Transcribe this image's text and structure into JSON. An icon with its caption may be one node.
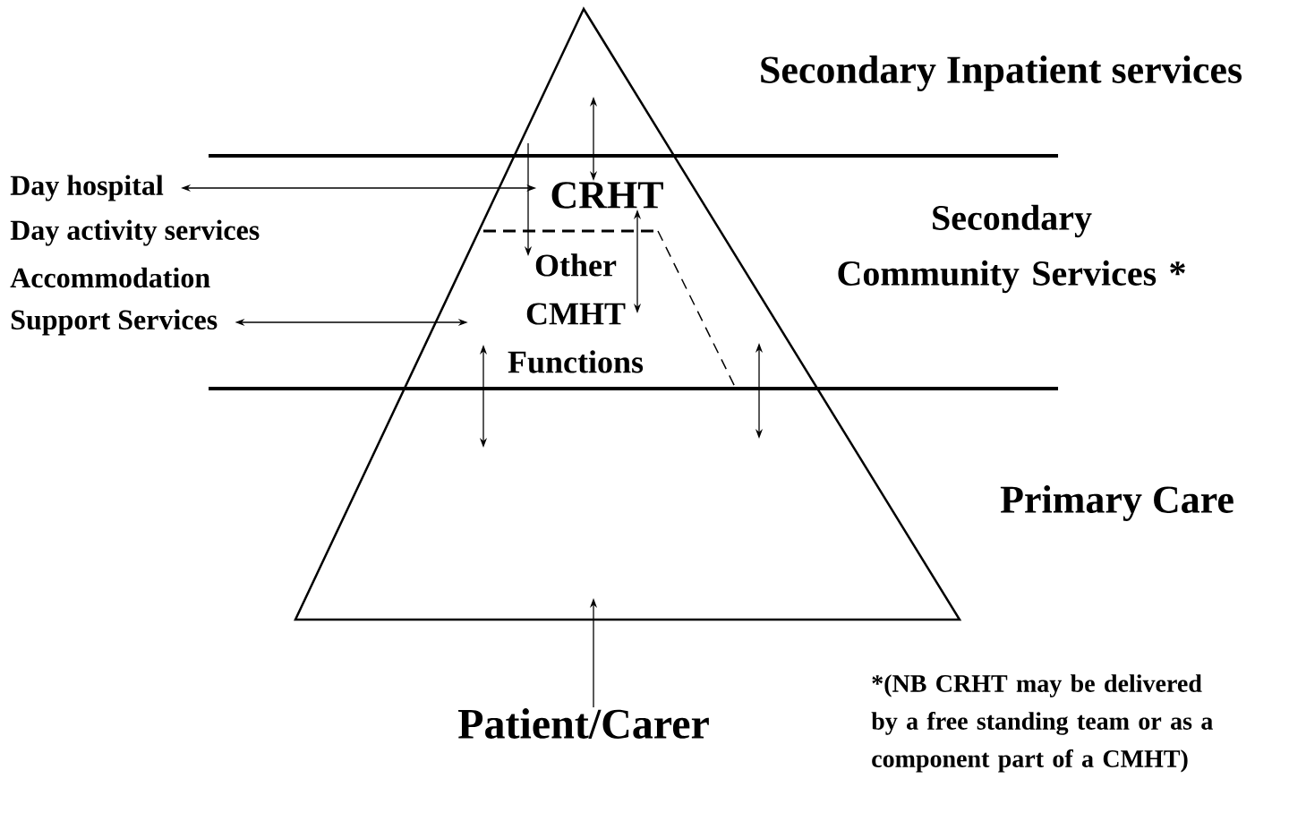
{
  "diagram": {
    "nodes": [
      {
        "text": [
          "Secondary Inpatient services"
        ]
      },
      {
        "text": [
          "Day hospital"
        ]
      },
      {
        "text": [
          "CRHT"
        ]
      },
      {
        "text": [
          "Day activity services"
        ]
      },
      {
        "text": [
          "Secondary Community Services *"
        ]
      },
      {
        "text": [
          "Other CMHT Functions"
        ]
      },
      {
        "text": [
          "Accommodation"
        ]
      },
      {
        "text": [
          "Support Services"
        ]
      },
      {
        "text": [
          "Primary Care"
        ]
      },
      {
        "text": [
          "Patient/Carer"
        ]
      },
      {
        "text": [
          "*(NB CRHT may be delivered by a free standing team or as a component part of a CMHT)"
        ]
      }
    ],
    "edges": [
      {
        "from": 1,
        "to": 2,
        "arrow": "both"
      },
      {
        "from": 7,
        "to": 5,
        "arrow": "both"
      },
      {
        "from": null,
        "to": 2,
        "arrow": "both"
      },
      {
        "from": null,
        "to": 5,
        "arrow": "to"
      },
      {
        "from": 2,
        "to": 5,
        "arrow": "both"
      },
      {
        "from": 9,
        "to": null,
        "arrow": "to"
      }
    ]
  }
}
